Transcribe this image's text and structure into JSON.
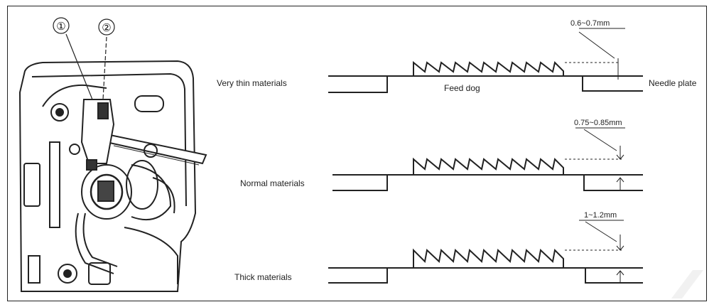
{
  "figure": {
    "callouts": {
      "c1": "①",
      "c2": "②"
    },
    "rows": [
      {
        "label": "Very thin materials",
        "dimension": "0.6~0.7mm"
      },
      {
        "label": "Normal materials",
        "dimension": "0.75~0.85mm"
      },
      {
        "label": "Thick materials",
        "dimension": "1~1.2mm"
      }
    ],
    "parts": {
      "feed_dog": "Feed dog",
      "needle_plate": "Needle plate"
    },
    "line_color": "#222222"
  }
}
